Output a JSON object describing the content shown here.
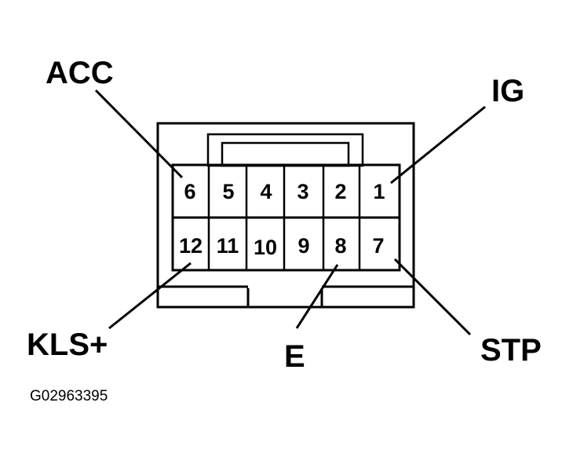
{
  "labels": {
    "acc": "ACC",
    "ig": "IG",
    "kls": "KLS+",
    "e": "E",
    "stp": "STP"
  },
  "pins": {
    "top": [
      "6",
      "5",
      "4",
      "3",
      "2",
      "1"
    ],
    "bottom": [
      "12",
      "11",
      "10",
      "9",
      "8",
      "7"
    ]
  },
  "figure_id": "G02963395"
}
